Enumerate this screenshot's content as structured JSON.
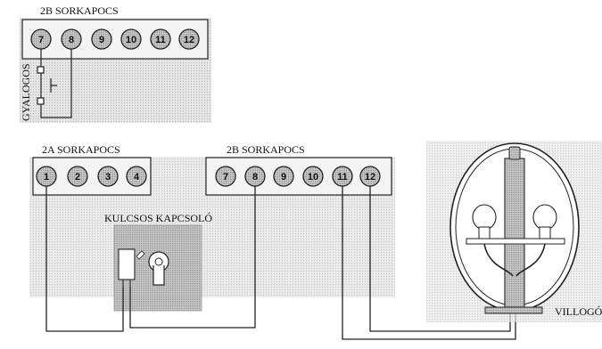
{
  "top_strip": {
    "title": "2B SORKAPOCS",
    "terminals": [
      "7",
      "8",
      "9",
      "10",
      "11",
      "12"
    ],
    "side_label": "GYALOGOS"
  },
  "strip_2a": {
    "title": "2A SORKAPOCS",
    "terminals": [
      "1",
      "2",
      "3",
      "4"
    ]
  },
  "strip_2b": {
    "title": "2B SORKAPOCS",
    "terminals": [
      "7",
      "8",
      "9",
      "10",
      "11",
      "12"
    ]
  },
  "key_switch": {
    "label": "KULCSOS KAPCSOLÓ"
  },
  "lamp": {
    "label": "VILLOGÓ"
  }
}
